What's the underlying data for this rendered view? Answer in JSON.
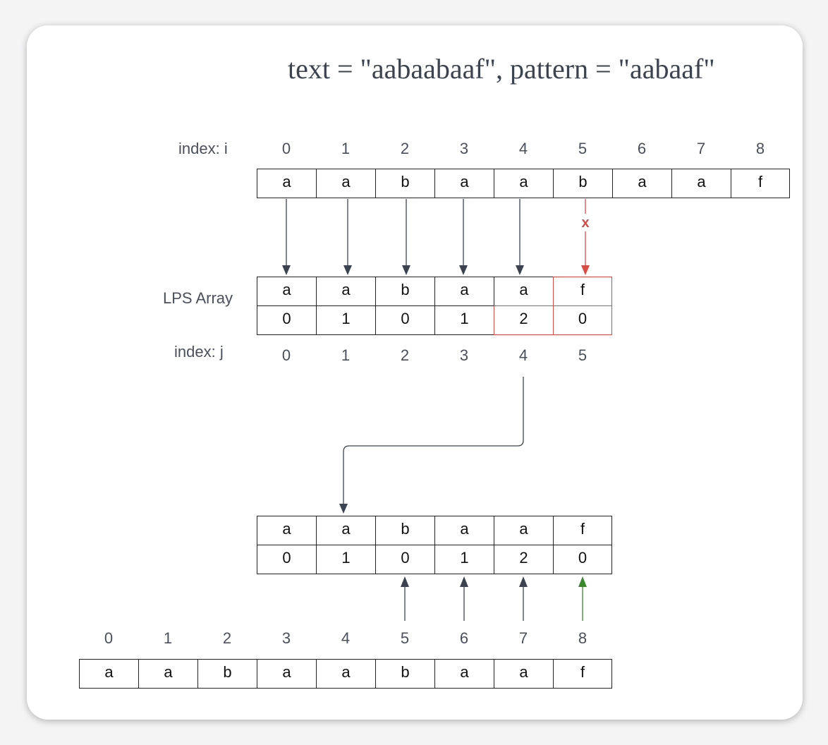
{
  "title": "text = \"aabaabaaf\", pattern = \"aabaaf\"",
  "labels": {
    "index_i": "index: i",
    "lps_array": "LPS Array",
    "index_j": "index: j"
  },
  "text_indices": [
    "0",
    "1",
    "2",
    "3",
    "4",
    "5",
    "6",
    "7",
    "8"
  ],
  "text_chars": [
    "a",
    "a",
    "b",
    "a",
    "a",
    "b",
    "a",
    "a",
    "f"
  ],
  "pattern_chars": [
    "a",
    "a",
    "b",
    "a",
    "a",
    "f"
  ],
  "lps_values": [
    "0",
    "1",
    "0",
    "1",
    "2",
    "0"
  ],
  "pattern_indices": [
    "0",
    "1",
    "2",
    "3",
    "4",
    "5"
  ],
  "mismatch_mark": "x",
  "colors": {
    "text": "#3c4350",
    "mismatch": "#d94b45",
    "match": "#3a8a2c",
    "arrow": "#3c4350"
  }
}
